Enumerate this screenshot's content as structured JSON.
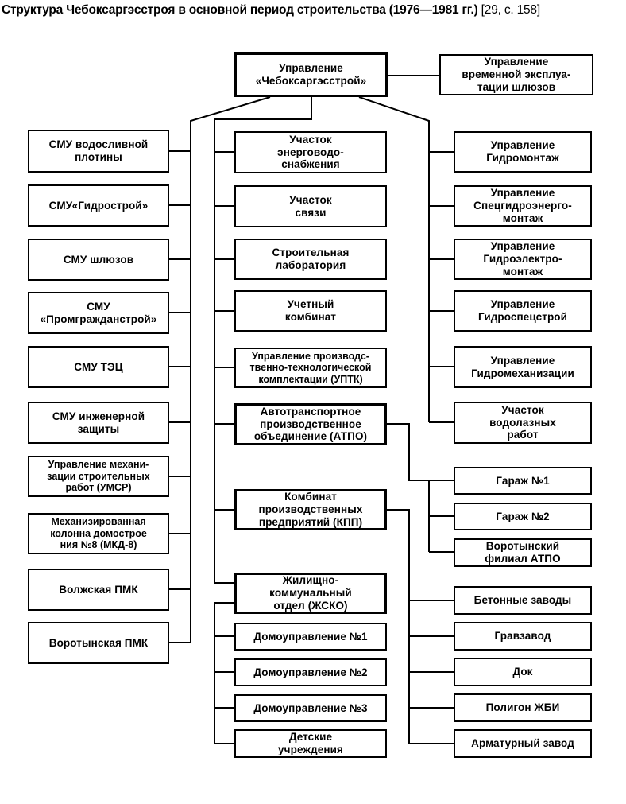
{
  "title": {
    "text": "Структура Чебоксаргэсстроя в основной период строительства (1976—1981 гг.)",
    "reference": "[29, с. 158]"
  },
  "colors": {
    "line": "#000000",
    "box_border": "#000000",
    "text": "#000000",
    "background": "#ffffff"
  },
  "root": {
    "label": "Управление\n«Чебоксаргэсстрой»"
  },
  "top_right": {
    "label": "Управление\nвременной эксплуа-\nтации шлюзов"
  },
  "left_column": [
    {
      "label": "СМУ водосливной\nплотины"
    },
    {
      "label": "СМУ«Гидрострой»"
    },
    {
      "label": "СМУ шлюзов"
    },
    {
      "label": "СМУ\n«Промгражданстрой»"
    },
    {
      "label": "СМУ ТЭЦ"
    },
    {
      "label": "СМУ инженерной\nзащиты"
    },
    {
      "label": "Управление механи-\nзации строительных\nработ (УМСР)"
    },
    {
      "label": "Механизированная\nколонна домострое\nния №8 (МКД-8)"
    },
    {
      "label": "Волжская ПМК"
    },
    {
      "label": "Воротынская ПМК"
    }
  ],
  "center_column": [
    {
      "label": "Участок\nэнерговодо-\nснабжения"
    },
    {
      "label": "Участок\nсвязи"
    },
    {
      "label": "Строительная\nлаборатория"
    },
    {
      "label": "Учетный\nкомбинат"
    },
    {
      "label": "Управление производс-\nтвенно-технологической\nкомплектации (УПТК)"
    },
    {
      "label": "Автотранспортное\nпроизводственное\nобъединение (АТПО)"
    },
    {
      "label": "Комбинат\nпроизводственных\nпредприятий (КПП)"
    },
    {
      "label": "Жилищно-\nкоммунальный\nотдел (ЖСКО)"
    },
    {
      "label": "Домоуправление №1"
    },
    {
      "label": "Домоуправление №2"
    },
    {
      "label": "Домоуправление №3"
    },
    {
      "label": "Детские\nучреждения"
    }
  ],
  "right_column": [
    {
      "label": "Управление\nГидромонтаж"
    },
    {
      "label": "Управление\nСпецгидроэнерго-\nмонтаж"
    },
    {
      "label": "Управление\nГидроэлектро-\nмонтаж"
    },
    {
      "label": "Управление\nГидроспецстрой"
    },
    {
      "label": "Управление\nГидромеханизации"
    },
    {
      "label": "Участок\nводолазных\nработ"
    }
  ],
  "garage_group": [
    {
      "label": "Гараж №1"
    },
    {
      "label": "Гараж №2"
    },
    {
      "label": "Воротынский\nфилиал АТПО"
    }
  ],
  "plants_group": [
    {
      "label": "Бетонные заводы"
    },
    {
      "label": "Гравзавод"
    },
    {
      "label": "Док"
    },
    {
      "label": "Полигон ЖБИ"
    },
    {
      "label": "Арматурный завод"
    }
  ]
}
